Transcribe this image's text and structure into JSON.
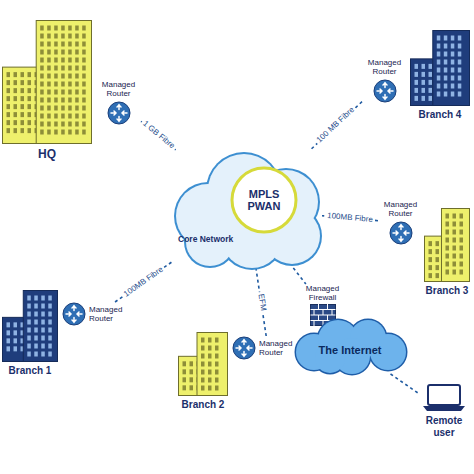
{
  "diagram": {
    "nodes": [
      {
        "text": [
          "HQ"
        ]
      },
      {
        "text": [
          "Managed Router"
        ]
      },
      {
        "text": [
          "Branch 4"
        ]
      },
      {
        "text": [
          "Managed Router"
        ]
      },
      {
        "text": [
          "Core Network"
        ]
      },
      {
        "text": [
          "MPLS PWAN"
        ],
        "in": 4
      },
      {
        "text": [
          "Branch 3"
        ]
      },
      {
        "text": [
          "Managed Router"
        ]
      },
      {
        "text": [
          "Managed Firewall"
        ]
      },
      {
        "text": [
          "The Internet"
        ]
      },
      {
        "text": [
          "Branch 1"
        ]
      },
      {
        "text": [
          "Managed Router"
        ]
      },
      {
        "text": [
          "Branch 2"
        ]
      },
      {
        "text": [
          "Managed Router"
        ]
      },
      {
        "text": [
          "Remote user"
        ]
      }
    ],
    "edges": [
      {
        "from": 1,
        "to": 4,
        "label": "1 GB Fibre",
        "arrow": "none"
      },
      {
        "from": 3,
        "to": 4,
        "label": "100 MB Fibre",
        "arrow": "none"
      },
      {
        "from": 7,
        "to": 4,
        "label": "100MB Fibre",
        "arrow": "none"
      },
      {
        "from": 11,
        "to": 4,
        "label": "100MB Fibre",
        "arrow": "none"
      },
      {
        "from": 13,
        "to": 4,
        "label": "EFM",
        "arrow": "none"
      },
      {
        "from": 4,
        "to": 8,
        "arrow": "none"
      },
      {
        "from": 9,
        "to": 14,
        "arrow": "none"
      }
    ]
  }
}
